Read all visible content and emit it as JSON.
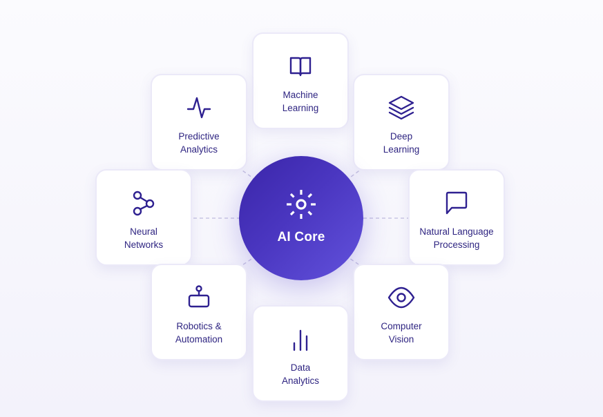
{
  "diagram": {
    "type": "hub-and-spoke",
    "colors": {
      "core_gradient_start": "#3a25a8",
      "core_gradient_end": "#6252dc",
      "text": "#2e2481",
      "icon": "#2e2090",
      "card_bg": "#ffffff",
      "card_border": "#ebe9f8",
      "page_bg": "#f7f6fd",
      "connector_solid": "#3b2e8f",
      "connector_dashed": "#c9c5e3"
    },
    "core": {
      "label": "AI Core",
      "icon": "sun-icon"
    },
    "nodes": [
      {
        "id": "ml",
        "line1": "Machine",
        "line2": "Learning",
        "icon": "book-icon",
        "position": "top",
        "connector": "solid"
      },
      {
        "id": "pa",
        "line1": "Predictive",
        "line2": "Analytics",
        "icon": "activity-icon",
        "position": "top-left",
        "connector": "dashed"
      },
      {
        "id": "dl",
        "line1": "Deep",
        "line2": "Learning",
        "icon": "layers-icon",
        "position": "top-right",
        "connector": "dashed"
      },
      {
        "id": "nn",
        "line1": "Neural",
        "line2": "Networks",
        "icon": "share-nodes-icon",
        "position": "left",
        "connector": "dashed"
      },
      {
        "id": "nlp",
        "line1": "Natural Language",
        "line2": "Processing",
        "icon": "chat-bubble-icon",
        "position": "right",
        "connector": "dashed"
      },
      {
        "id": "ra",
        "line1": "Robotics &",
        "line2": "Automation",
        "icon": "robot-icon",
        "position": "bottom-left",
        "connector": "dashed"
      },
      {
        "id": "cv",
        "line1": "Computer",
        "line2": "Vision",
        "icon": "eye-icon",
        "position": "bottom-right",
        "connector": "dashed"
      },
      {
        "id": "da",
        "line1": "Data",
        "line2": "Analytics",
        "icon": "bar-chart-icon",
        "position": "bottom",
        "connector": "solid"
      }
    ]
  }
}
